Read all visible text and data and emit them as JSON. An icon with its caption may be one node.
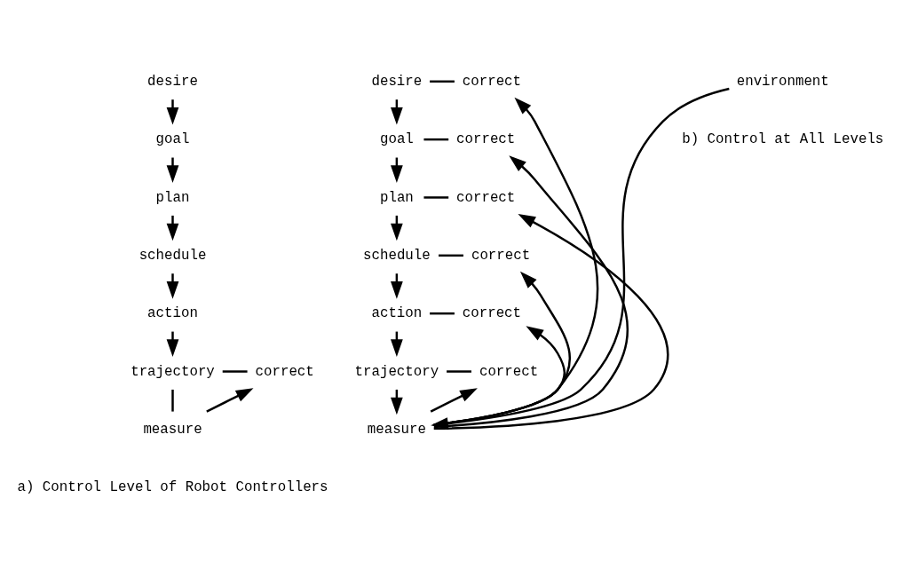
{
  "diagram": {
    "nodes": [
      {
        "text": [
          "desire"
        ]
      },
      {
        "text": [
          "goal"
        ]
      },
      {
        "text": [
          "plan"
        ]
      },
      {
        "text": [
          "schedule"
        ]
      },
      {
        "text": [
          "action"
        ]
      },
      {
        "text": [
          "trajectory"
        ]
      },
      {
        "text": [
          "correct"
        ]
      },
      {
        "text": [
          "measure"
        ]
      },
      {
        "text": [
          "desire"
        ]
      },
      {
        "text": [
          "correct"
        ]
      },
      {
        "text": [
          "goal"
        ]
      },
      {
        "text": [
          "correct"
        ]
      },
      {
        "text": [
          "plan"
        ]
      },
      {
        "text": [
          "correct"
        ]
      },
      {
        "text": [
          "schedule"
        ]
      },
      {
        "text": [
          "correct"
        ]
      },
      {
        "text": [
          "action"
        ]
      },
      {
        "text": [
          "correct"
        ]
      },
      {
        "text": [
          "trajectory"
        ]
      },
      {
        "text": [
          "correct"
        ]
      },
      {
        "text": [
          "measure"
        ]
      },
      {
        "text": [
          "environment"
        ]
      }
    ],
    "edges": [
      {
        "from": 0,
        "to": 1,
        "arrow": "to"
      },
      {
        "from": 1,
        "to": 2,
        "arrow": "to"
      },
      {
        "from": 2,
        "to": 3,
        "arrow": "to"
      },
      {
        "from": 3,
        "to": 4,
        "arrow": "to"
      },
      {
        "from": 4,
        "to": 5,
        "arrow": "to"
      },
      {
        "from": 5,
        "to": 6,
        "arrow": "none"
      },
      {
        "from": 5,
        "to": 7,
        "arrow": "none"
      },
      {
        "from": 7,
        "to": 6,
        "arrow": "to"
      },
      {
        "from": 8,
        "to": 10,
        "arrow": "to"
      },
      {
        "from": 10,
        "to": 12,
        "arrow": "to"
      },
      {
        "from": 12,
        "to": 14,
        "arrow": "to"
      },
      {
        "from": 14,
        "to": 16,
        "arrow": "to"
      },
      {
        "from": 16,
        "to": 18,
        "arrow": "to"
      },
      {
        "from": 8,
        "to": 9,
        "arrow": "none"
      },
      {
        "from": 10,
        "to": 11,
        "arrow": "none"
      },
      {
        "from": 12,
        "to": 13,
        "arrow": "none"
      },
      {
        "from": 14,
        "to": 15,
        "arrow": "none"
      },
      {
        "from": 16,
        "to": 17,
        "arrow": "none"
      },
      {
        "from": 18,
        "to": 19,
        "arrow": "none"
      },
      {
        "from": 18,
        "to": 20,
        "arrow": "to"
      },
      {
        "from": 21,
        "to": 20,
        "arrow": "to"
      },
      {
        "from": 20,
        "to": 9,
        "arrow": "to"
      },
      {
        "from": 20,
        "to": 11,
        "arrow": "to"
      },
      {
        "from": 20,
        "to": 13,
        "arrow": "to"
      },
      {
        "from": 20,
        "to": 15,
        "arrow": "to"
      },
      {
        "from": 20,
        "to": 17,
        "arrow": "to"
      },
      {
        "from": 20,
        "to": 19,
        "arrow": "to"
      }
    ],
    "labels": [
      "a) Control Level of Robot Controllers",
      "b) Control at All Levels"
    ]
  }
}
